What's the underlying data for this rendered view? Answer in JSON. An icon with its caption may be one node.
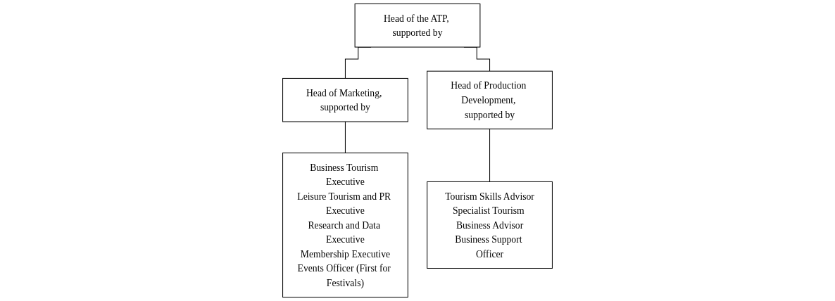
{
  "diagram": {
    "nodes": [
      {
        "text": [
          "Head of the ATP, supported by"
        ]
      },
      {
        "text": [
          "Head of Marketing, supported by"
        ]
      },
      {
        "text": [
          "Head of Production Development, supported by"
        ]
      },
      {
        "text": [
          "Business Tourism Executive",
          "Leisure Tourism and PR Executive",
          "Research and Data Executive",
          "Membership Executive",
          "Events Officer (First for Festivals)"
        ]
      },
      {
        "text": [
          "Tourism Skills Advisor",
          "Specialist Tourism Business Advisor",
          "Business Support Officer"
        ]
      }
    ],
    "edges": [
      {
        "from": 0,
        "to": 1,
        "arrow": "none"
      },
      {
        "from": 0,
        "to": 2,
        "arrow": "none"
      },
      {
        "from": 1,
        "to": 3,
        "arrow": "none"
      },
      {
        "from": 2,
        "to": 4,
        "arrow": "none"
      }
    ]
  }
}
